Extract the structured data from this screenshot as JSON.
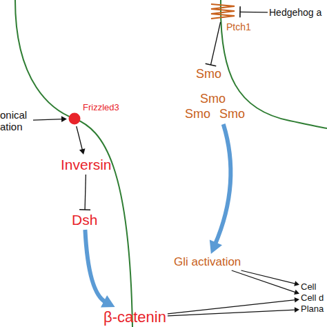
{
  "diagram": {
    "nodes": [
      {
        "text": [
          "onical ation"
        ]
      },
      {
        "text": [
          "Frizzled3"
        ]
      },
      {
        "text": [
          "Inversin"
        ]
      },
      {
        "text": [
          "Dsh"
        ]
      },
      {
        "text": [
          "β-catenin"
        ]
      },
      {
        "text": [
          "Hedgehog a"
        ]
      },
      {
        "text": [
          "Ptch1"
        ]
      },
      {
        "text": [
          "Smo"
        ]
      },
      {
        "text": [
          "Smo",
          "Smo",
          "Smo"
        ]
      },
      {
        "text": [
          "Gli activation"
        ]
      },
      {
        "text": [
          "Cell"
        ]
      },
      {
        "text": [
          "Cell d"
        ]
      },
      {
        "text": [
          "Plana"
        ]
      }
    ],
    "edges": [
      {
        "from": 0,
        "to": 1,
        "arrow": "to"
      },
      {
        "from": 1,
        "to": 2,
        "arrow": "to"
      },
      {
        "from": 2,
        "to": 3,
        "arrow": "to"
      },
      {
        "from": 3,
        "to": 4,
        "arrow": "to"
      },
      {
        "from": 5,
        "to": 6,
        "arrow": "to"
      },
      {
        "from": 6,
        "to": 7,
        "arrow": "to"
      },
      {
        "from": 8,
        "to": 9,
        "arrow": "to"
      },
      {
        "from": 9,
        "to": 10,
        "arrow": "to"
      },
      {
        "from": 9,
        "to": 11,
        "arrow": "to"
      },
      {
        "from": 4,
        "to": 11,
        "arrow": "to"
      },
      {
        "from": 4,
        "to": 12,
        "arrow": "to"
      }
    ]
  }
}
